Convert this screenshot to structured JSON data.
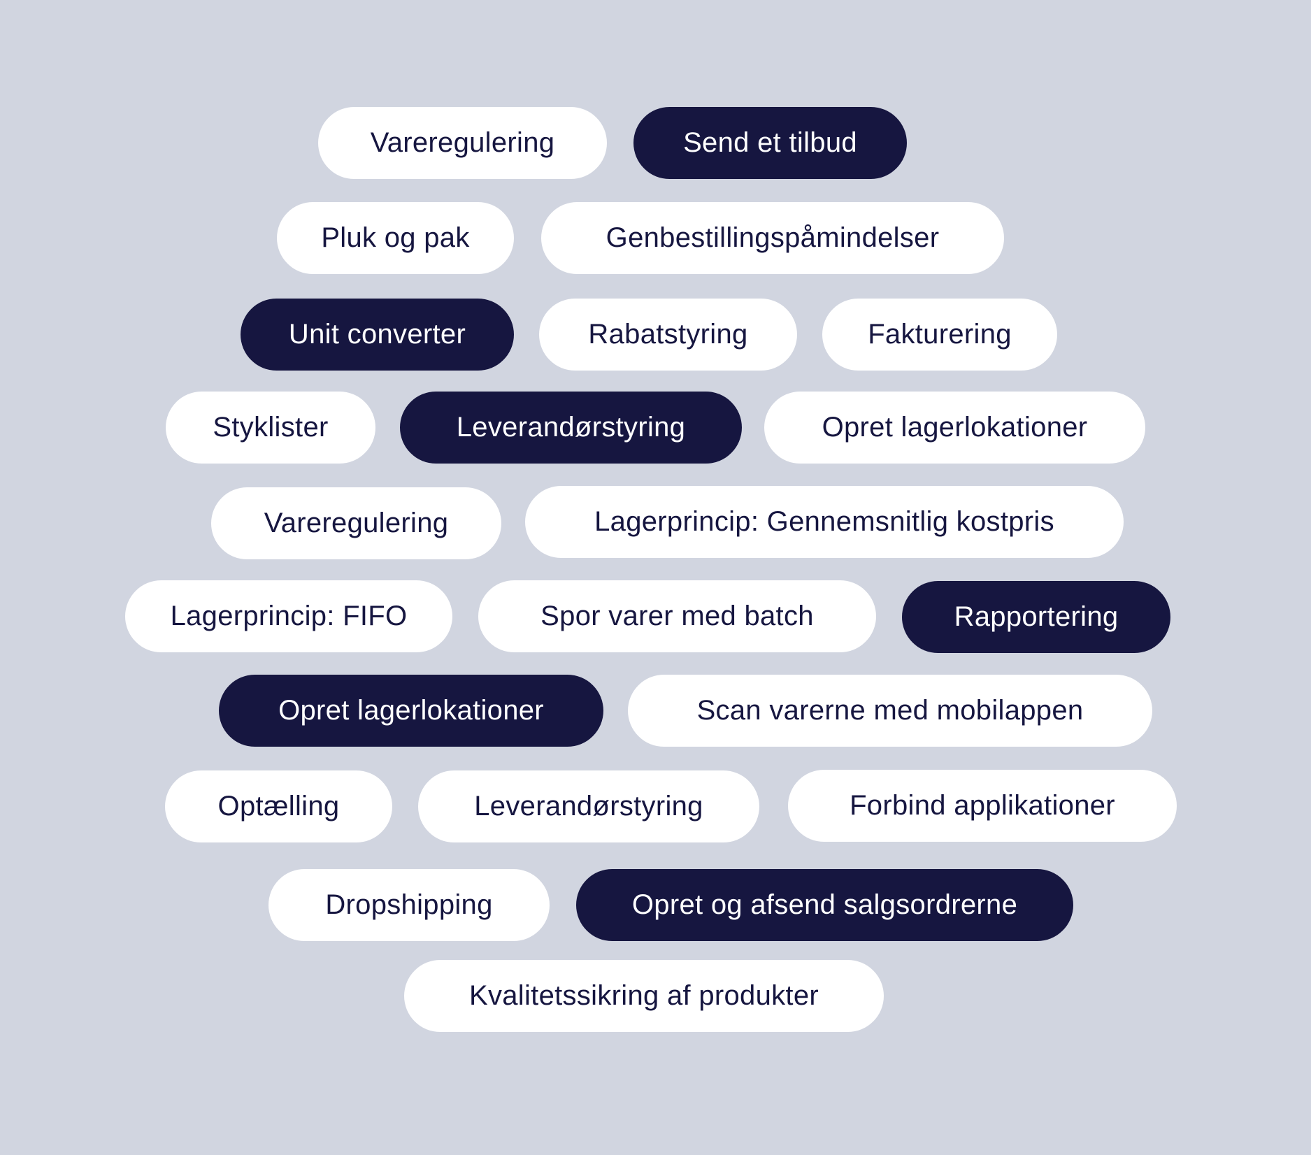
{
  "colors": {
    "background": "#D1D5E0",
    "pill_light_bg": "#FFFFFF",
    "pill_dark_bg": "#161640",
    "text_dark": "#161640",
    "text_light": "#FFFFFF"
  },
  "tags": [
    {
      "label": "Vareregulering",
      "style": "light",
      "row": 1
    },
    {
      "label": "Send et tilbud",
      "style": "dark",
      "row": 1
    },
    {
      "label": "Pluk og pak",
      "style": "light",
      "row": 2
    },
    {
      "label": "Genbestillingspåmindelser",
      "style": "light",
      "row": 2
    },
    {
      "label": "Unit converter",
      "style": "dark",
      "row": 3
    },
    {
      "label": "Rabatstyring",
      "style": "light",
      "row": 3
    },
    {
      "label": "Fakturering",
      "style": "light",
      "row": 3
    },
    {
      "label": "Styklister",
      "style": "light",
      "row": 4
    },
    {
      "label": "Leverandørstyring",
      "style": "dark",
      "row": 4
    },
    {
      "label": "Opret lagerlokationer",
      "style": "light",
      "row": 4
    },
    {
      "label": "Vareregulering",
      "style": "light",
      "row": 5
    },
    {
      "label": "Lagerprincip: Gennemsnitlig kostpris",
      "style": "light",
      "row": 5
    },
    {
      "label": "Lagerprincip: FIFO",
      "style": "light",
      "row": 6
    },
    {
      "label": "Spor varer med batch",
      "style": "light",
      "row": 6
    },
    {
      "label": "Rapportering",
      "style": "dark",
      "row": 6
    },
    {
      "label": "Opret lagerlokationer",
      "style": "dark",
      "row": 7
    },
    {
      "label": "Scan varerne med mobilappen",
      "style": "light",
      "row": 7
    },
    {
      "label": "Optælling",
      "style": "light",
      "row": 8
    },
    {
      "label": "Leverandørstyring",
      "style": "light",
      "row": 8
    },
    {
      "label": "Forbind applikationer",
      "style": "light",
      "row": 8
    },
    {
      "label": "Dropshipping",
      "style": "light",
      "row": 9
    },
    {
      "label": "Opret og afsend salgsordrerne",
      "style": "dark",
      "row": 9
    },
    {
      "label": "Kvalitetssikring af produkter",
      "style": "light",
      "row": 10
    }
  ]
}
